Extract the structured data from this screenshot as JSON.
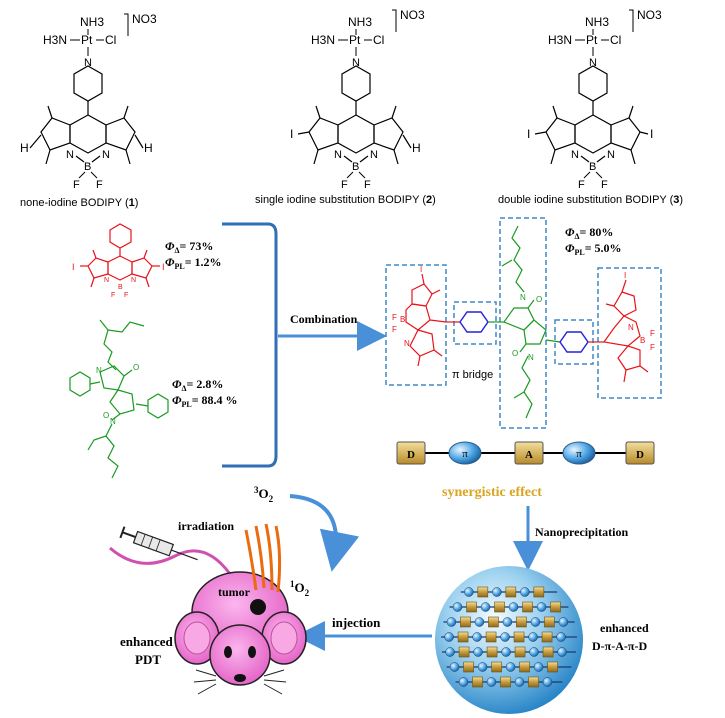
{
  "top_row": {
    "compound1": {
      "counterion": "NO3",
      "amine_top": "NH3",
      "amine_left": "H3N",
      "metal": "Pt",
      "halide": "Cl",
      "ring_n": "N",
      "core_h_left": "H",
      "core_h_right": "H",
      "core_n_left": "N",
      "core_n_right": "N",
      "boron": "B",
      "fluorine_left": "F",
      "fluorine_right": "F",
      "caption": "none-iodine BODIPY (",
      "number": "1",
      "caption_end": ")"
    },
    "compound2": {
      "counterion": "NO3",
      "amine_top": "NH3",
      "amine_left": "H3N",
      "metal": "Pt",
      "halide": "Cl",
      "ring_n": "N",
      "core_i_left": "I",
      "core_h_right": "H",
      "core_n_left": "N",
      "core_n_right": "N",
      "boron": "B",
      "fluorine_left": "F",
      "fluorine_right": "F",
      "caption": "single iodine substitution BODIPY (",
      "number": "2",
      "caption_end": ")"
    },
    "compound3": {
      "counterion": "NO3",
      "amine_top": "NH3",
      "amine_left": "H3N",
      "metal": "Pt",
      "halide": "Cl",
      "ring_n": "N",
      "core_i_left": "I",
      "core_i_right": "I",
      "core_n_left": "N",
      "core_n_right": "N",
      "boron": "B",
      "fluorine_left": "F",
      "fluorine_right": "F",
      "caption": "double iodine substitution BODIPY (",
      "number": "3",
      "caption_end": ")"
    }
  },
  "middle": {
    "bodipy_props": {
      "line1_sym": "Φ",
      "line1_sub": "Δ",
      "line1_val": "= 73%",
      "line2_sym": "Φ",
      "line2_sub": "PL",
      "line2_val": "= 1.2%"
    },
    "bodipy_atoms": {
      "i_left": "I",
      "i_right": "I",
      "n_left": "N",
      "n_right": "N",
      "b": "B",
      "f1": "F",
      "f2": "F"
    },
    "dpp_props": {
      "line1_sym": "Φ",
      "line1_sub": "Δ",
      "line1_val": "= 2.8%",
      "line2_sym": "Φ",
      "line2_sub": "PL",
      "line2_val": "= 88.4 %"
    },
    "dpp_atoms": {
      "n_top": "N",
      "n_bottom": "N",
      "o_top": "O",
      "o_bottom": "O"
    },
    "combination_label": "Combination",
    "product_props": {
      "line1_sym": "Φ",
      "line1_sub": "Δ",
      "line1_val": "= 80%",
      "line2_sym": "Φ",
      "line2_sub": "PL",
      "line2_val": "= 5.0%"
    },
    "product_atoms": {
      "left_f1": "F",
      "left_f2": "F",
      "left_b": "B",
      "left_n": "N",
      "right_b": "B",
      "right_f1": "F",
      "right_f2": "F",
      "right_n": "N",
      "left_i": "I",
      "right_i": "I",
      "dpp_n_top": "N",
      "dpp_n_bottom": "N",
      "dpp_o_top": "O",
      "dpp_o_bottom": "O"
    },
    "pi_bridge_label": "π bridge"
  },
  "dad_chain": {
    "nodes": [
      "D",
      "π",
      "A",
      "π",
      "D"
    ]
  },
  "synergistic_label": "synergistic effect",
  "nanoprecipitation_label": "Nanoprecipitation",
  "enhanced_dpad_line1": "enhanced",
  "enhanced_dpad_line2": "D-π-A-π-D",
  "injection_label": "injection",
  "irradiation_label": "irradiation",
  "tumor_label": "tumor",
  "triplet_o2": {
    "sup": "3",
    "text": "O",
    "sub": "2"
  },
  "singlet_o2": {
    "sup": "1",
    "text": "O",
    "sub": "2"
  },
  "enhanced_pdt_line1": "enhanced",
  "enhanced_pdt_line2": "PDT",
  "colors": {
    "red": "#e8141a",
    "green": "#1a9a20",
    "blue": "#2222dd",
    "arrow_blue": "#4a90d8",
    "dashed_blue": "#3f88c9",
    "gold": "#d9a520",
    "pink": "#f07ad0"
  }
}
